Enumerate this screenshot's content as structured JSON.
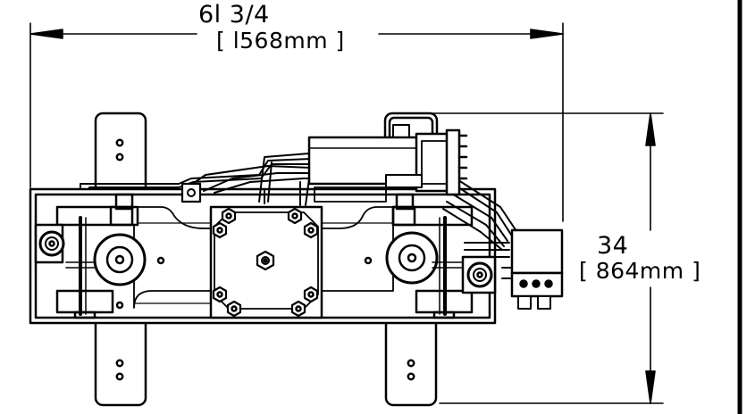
{
  "drawing": {
    "dimensions": {
      "width": {
        "imperial": "6l 3/4",
        "metric": "[ l568mm ]"
      },
      "height": {
        "imperial": "34",
        "metric": "[ 864mm ]"
      }
    },
    "colors": {
      "line": "#000000",
      "background": "#ffffff"
    }
  }
}
